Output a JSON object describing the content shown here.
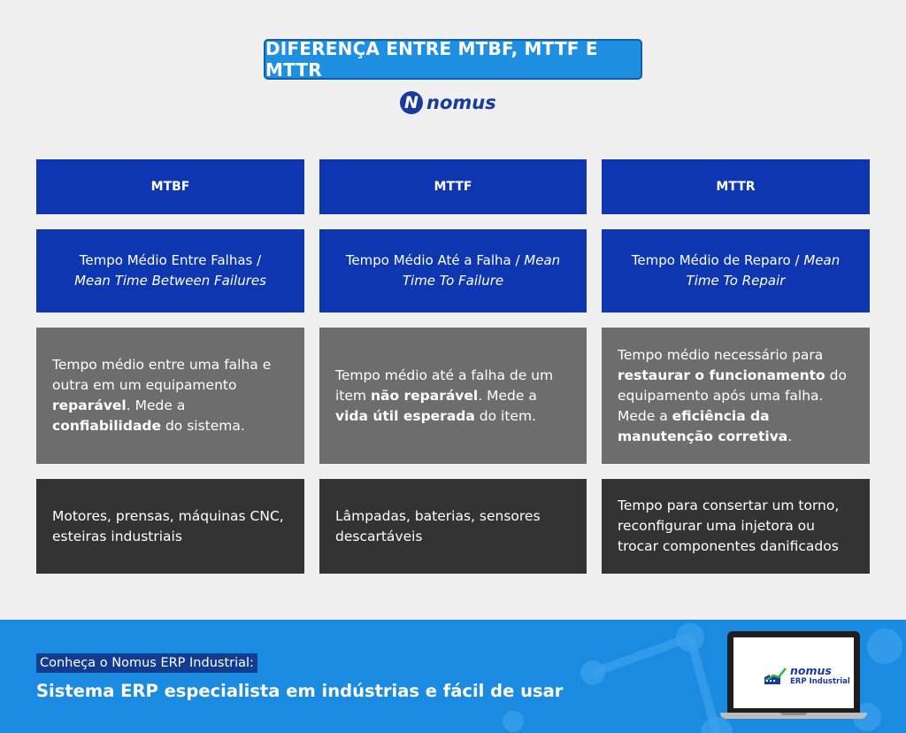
{
  "header": {
    "title": "DIFERENÇA ENTRE MTBF, MTTF E MTTR",
    "logo_mark": "N",
    "logo_text": "nomus"
  },
  "columns": [
    {
      "heading": "MTBF",
      "name_pt": "Tempo Médio Entre Falhas /",
      "name_en": "Mean Time Between Failures",
      "description": [
        {
          "text": "Tempo médio entre uma falha e outra em um equipamento ",
          "bold": false
        },
        {
          "text": "reparável",
          "bold": true
        },
        {
          "text": ". Mede a ",
          "bold": false
        },
        {
          "text": "confiabilidade",
          "bold": true
        },
        {
          "text": " do sistema.",
          "bold": false
        }
      ],
      "examples": "Motores, prensas, máquinas CNC, esteiras industriais"
    },
    {
      "heading": "MTTF",
      "name_pt": "Tempo Médio Até a Falha /",
      "name_en": "Mean Time To Failure",
      "description": [
        {
          "text": "Tempo médio até a falha de um item ",
          "bold": false
        },
        {
          "text": "não reparável",
          "bold": true
        },
        {
          "text": ". Mede a ",
          "bold": false
        },
        {
          "text": "vida útil esperada",
          "bold": true
        },
        {
          "text": " do item.",
          "bold": false
        }
      ],
      "examples": "Lâmpadas, baterias, sensores descartáveis"
    },
    {
      "heading": "MTTR",
      "name_pt": "Tempo Médio de Reparo /",
      "name_en": "Mean Time To Repair",
      "description": [
        {
          "text": "Tempo médio necessário para ",
          "bold": false
        },
        {
          "text": "restaurar o funcionamento",
          "bold": true
        },
        {
          "text": " do equipamento após uma falha. Mede a ",
          "bold": false
        },
        {
          "text": "eficiência da manutenção corretiva",
          "bold": true
        },
        {
          "text": ".",
          "bold": false
        }
      ],
      "examples": "Tempo para consertar um torno, reconfigurar uma injetora ou trocar componentes danificados"
    }
  ],
  "footer": {
    "kicker": "Conheça o Nomus ERP Industrial:",
    "headline": "Sistema ERP especialista em indústrias e fácil de usar",
    "laptop_logo_word": "nomus",
    "laptop_logo_sub": "ERP Industrial"
  },
  "colors": {
    "title_badge": "#1e8fe1",
    "header_cell": "#0d36b0",
    "description_cell": "#6d6d6d",
    "example_cell": "#333333",
    "footer": "#1b8be2",
    "brand": "#1a3a9c"
  }
}
